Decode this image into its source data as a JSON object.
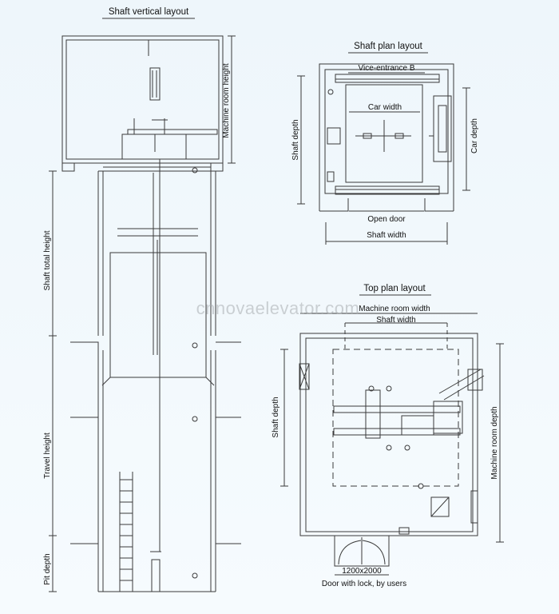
{
  "titles": {
    "vertical": "Shaft vertical layout",
    "plan": "Shaft plan layout",
    "top": "Top plan layout"
  },
  "vertical_labels": {
    "machine_room_height": "Machine room height",
    "shaft_total_height": "Shaft total height",
    "travel_height": "Travel height",
    "pit_depth": "Pit depth"
  },
  "plan_labels": {
    "vice_entrance": "Vice-entrance B",
    "car_width": "Car width",
    "shaft_depth": "Shaft depth",
    "car_depth": "Car depth",
    "open_door": "Open door",
    "shaft_width": "Shaft width"
  },
  "top_labels": {
    "machine_room_width": "Machine room width",
    "shaft_width": "Shaft width",
    "shaft_depth": "Shaft depth",
    "machine_room_depth": "Machine room depth",
    "door_size": "1200x2000",
    "door_note": "Door with lock, by users"
  },
  "watermark": "cnnovaelevator.com",
  "colors": {
    "line": "#3a3a3a",
    "background": "#eef6fb"
  }
}
